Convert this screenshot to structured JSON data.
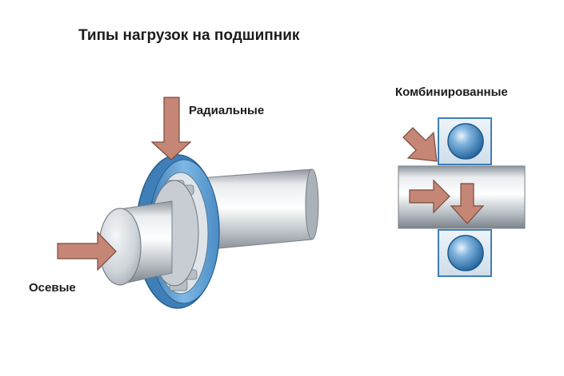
{
  "diagram": {
    "title": "Типы нагрузок на подшипник",
    "labels": {
      "radial": "Радиальные",
      "axial": "Осевые",
      "combined": "Комбинированные"
    },
    "colors": {
      "arrow_fill": "#c58676",
      "arrow_stroke": "#7a4a3e",
      "bearing_ring": "#5da1d6",
      "shaft": "#c8cdd2",
      "ball": "#3f86c4"
    }
  }
}
